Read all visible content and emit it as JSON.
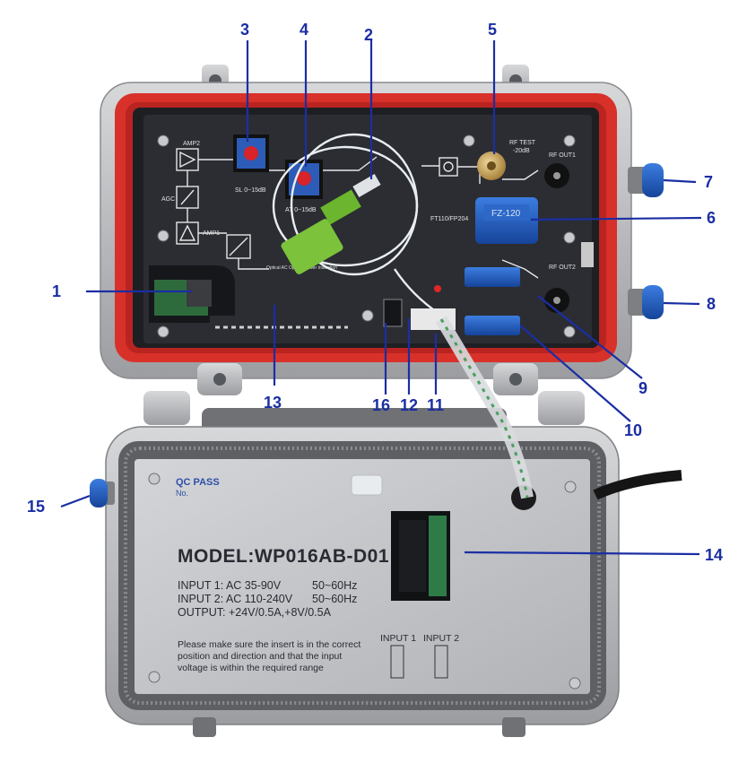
{
  "callouts": {
    "n1": "1",
    "n2": "2",
    "n3": "3",
    "n4": "4",
    "n5": "5",
    "n6": "6",
    "n7": "7",
    "n8": "8",
    "n9": "9",
    "n10": "10",
    "n11": "11",
    "n12": "12",
    "n13": "13",
    "n14": "14",
    "n15": "15",
    "n16": "16"
  },
  "panel": {
    "amp2": "AMP2",
    "agc": "AGC",
    "amp1": "AMP1",
    "sl": "SL 0~15dB",
    "at": "AT 0~15dB",
    "rf_test": "RF TEST",
    "rf_test_db": "-20dB",
    "rf_out1": "RF OUT1",
    "rf_out2": "RF OUT2",
    "splitter_model": "FT110/FP204",
    "splitter_plug": "FZ-120",
    "optical_indicator": "Optical AC Optical Power Indication"
  },
  "plate": {
    "qc": "QC PASS",
    "qc_no": "No.",
    "model": "MODEL:WP016AB-D01",
    "input1": "INPUT 1: AC 35-90V",
    "input1_hz": "50~60Hz",
    "input2": "INPUT 2: AC 110-240V",
    "input2_hz": "50~60Hz",
    "output": "OUTPUT: +24V/0.5A,+8V/0.5A",
    "note1": "Please make sure the insert is in the correct",
    "note2": "position and direction and that the input",
    "note3": "voltage is within the required range",
    "in1_label": "INPUT 1",
    "in2_label": "INPUT 2"
  },
  "colors": {
    "callout_text": "#1b2ea3",
    "housing_red": "#d8312a",
    "panel_dark": "#2b2d33",
    "connector_blue": "#1f5fc8",
    "fiber_green": "#7cc23a"
  }
}
